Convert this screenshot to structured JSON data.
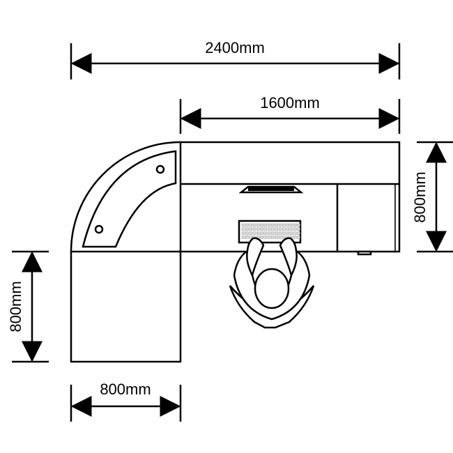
{
  "dimensions": {
    "total_width": "2400mm",
    "right_section_width": "1600mm",
    "right_section_depth": "800mm",
    "left_section_depth": "800mm",
    "left_section_width": "800mm"
  },
  "colors": {
    "line": "#000000",
    "background": "#ffffff",
    "key_fill": "#d9d9d9"
  }
}
